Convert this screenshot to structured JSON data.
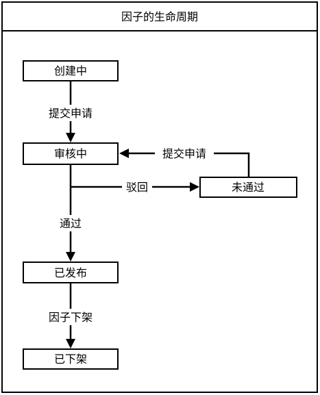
{
  "title": "因子的生命周期",
  "nodes": {
    "creating": "创建中",
    "reviewing": "审核中",
    "rejected": "未通过",
    "published": "已发布",
    "delisted": "已下架"
  },
  "edges": {
    "submit_request": "提交申请",
    "resubmit_request": "提交申请",
    "reject": "驳回",
    "approve": "通过",
    "delist": "因子下架"
  }
}
